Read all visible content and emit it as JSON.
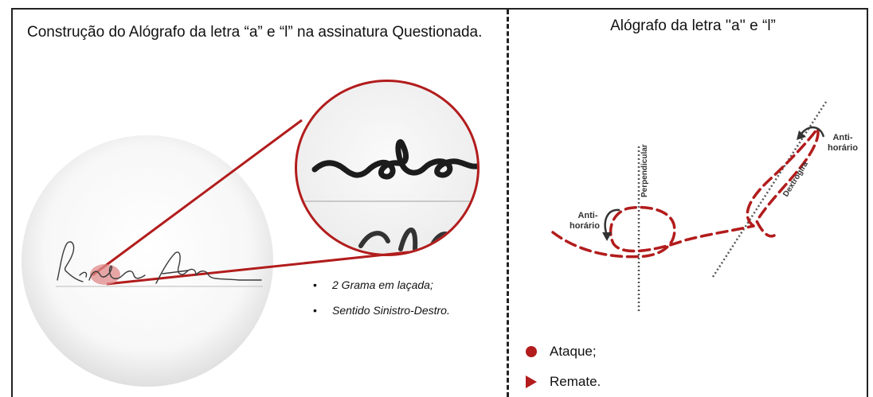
{
  "left_panel": {
    "title": "Construção do Alógrafo da letra “a” e “l” na assinatura Questionada.",
    "bullets": [
      {
        "text": "2 Grama em laçada;"
      },
      {
        "text": "Sentido Sinistro-Destro."
      }
    ]
  },
  "right_panel": {
    "title": "Alógrafo da letra ''a'' e “l”",
    "labels": {
      "perpendicular": "Perpendicular",
      "dextrogira": "Dextrogira",
      "anti_horario_left_1": "Anti-",
      "anti_horario_left_2": "horário",
      "anti_horario_right_1": "Anti-",
      "anti_horario_right_2": "horário"
    },
    "legend": [
      {
        "symbol": "circle",
        "label": "Ataque;"
      },
      {
        "symbol": "triangle",
        "label": "Remate."
      }
    ]
  },
  "colors": {
    "accent": "#b21c1c",
    "text": "#111111"
  }
}
